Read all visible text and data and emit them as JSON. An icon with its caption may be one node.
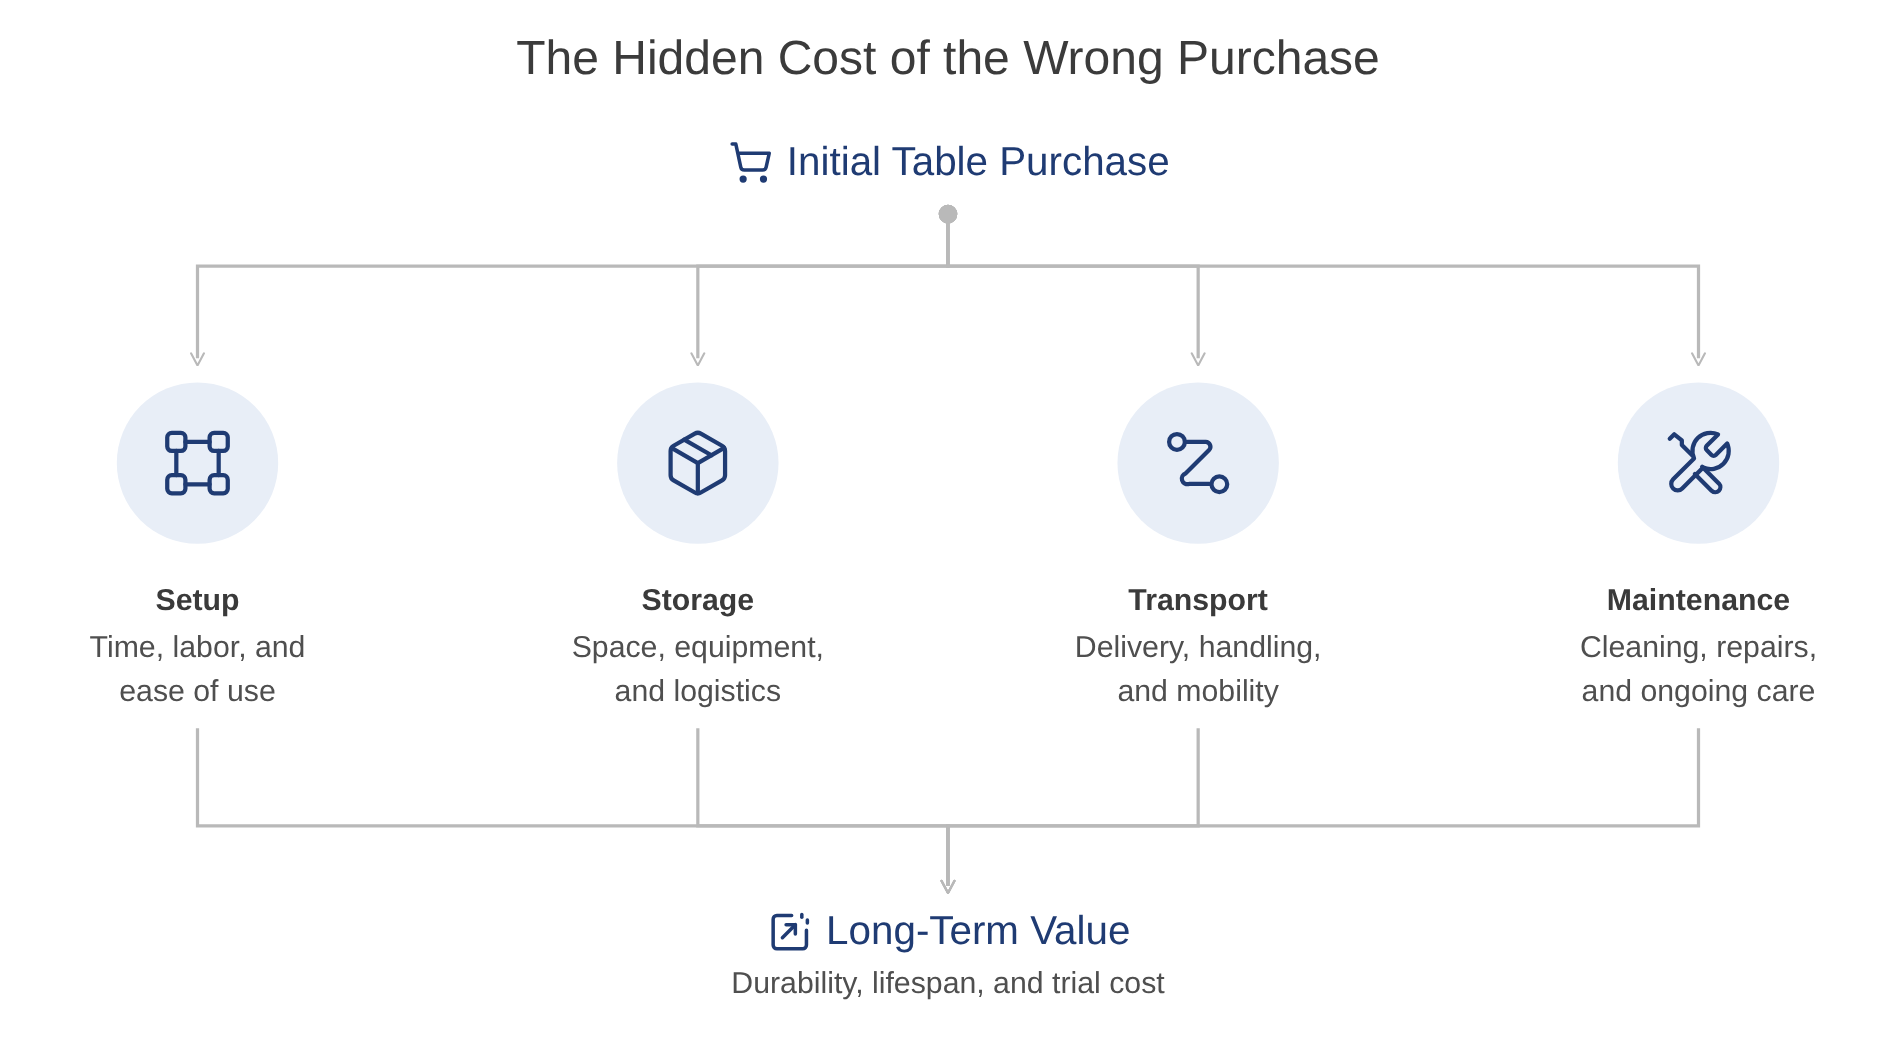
{
  "diagram": {
    "title": "The Hidden Cost of the Wrong Purchase",
    "nodes": [
      {
        "text": [
          "Initial Table Purchase"
        ]
      },
      {
        "text": [
          "Setup",
          "Time, labor, and ease of use"
        ]
      },
      {
        "text": [
          "Storage",
          "Space, equipment, and logistics"
        ]
      },
      {
        "text": [
          "Transport",
          "Delivery, handling, and mobility"
        ]
      },
      {
        "text": [
          "Maintenance",
          "Cleaning, repairs, and ongoing care"
        ]
      },
      {
        "text": [
          "Long-Term Value",
          "Durability, lifespan, and trial cost"
        ]
      }
    ],
    "edges": [
      {
        "from": 0,
        "to": 1,
        "arrow": "to"
      },
      {
        "from": 0,
        "to": 2,
        "arrow": "to"
      },
      {
        "from": 0,
        "to": 3,
        "arrow": "to"
      },
      {
        "from": 0,
        "to": 4,
        "arrow": "to"
      },
      {
        "from": 1,
        "to": 5,
        "arrow": "to"
      },
      {
        "from": 2,
        "to": 5,
        "arrow": "to"
      },
      {
        "from": 3,
        "to": 5,
        "arrow": "to"
      },
      {
        "from": 4,
        "to": 5,
        "arrow": "to"
      }
    ]
  }
}
